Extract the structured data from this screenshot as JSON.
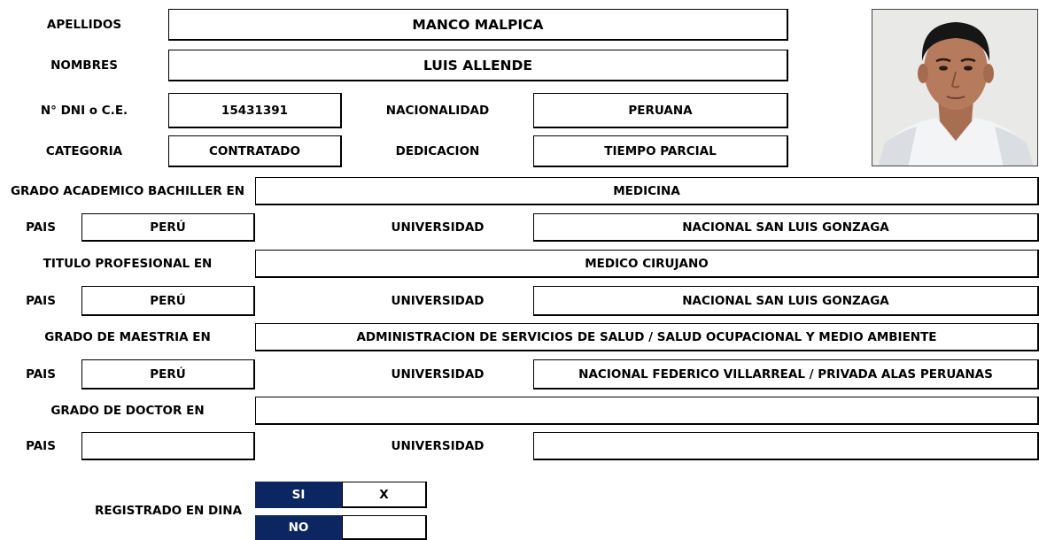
{
  "personal": {
    "apellidos_label": "APELLIDOS",
    "apellidos": "MANCO MALPICA",
    "nombres_label": "NOMBRES",
    "nombres": "LUIS ALLENDE",
    "dni_label": "N° DNI o C.E.",
    "dni": "15431391",
    "nacionalidad_label": "NACIONALIDAD",
    "nacionalidad": "PERUANA",
    "categoria_label": "CATEGORIA",
    "categoria": "CONTRATADO",
    "dedicacion_label": "DEDICACION",
    "dedicacion": "TIEMPO PARCIAL"
  },
  "bachiller": {
    "label": "GRADO ACADEMICO BACHILLER EN",
    "value": "MEDICINA",
    "pais_label": "PAIS",
    "pais": "PERÚ",
    "universidad_label": "UNIVERSIDAD",
    "universidad": "NACIONAL SAN LUIS GONZAGA"
  },
  "titulo": {
    "label": "TITULO PROFESIONAL EN",
    "value": "MEDICO CIRUJANO",
    "pais_label": "PAIS",
    "pais": "PERÚ",
    "universidad_label": "UNIVERSIDAD",
    "universidad": "NACIONAL SAN LUIS GONZAGA"
  },
  "maestria": {
    "label": "GRADO DE MAESTRIA EN",
    "value": "ADMINISTRACION DE SERVICIOS DE SALUD / SALUD OCUPACIONAL Y MEDIO AMBIENTE",
    "pais_label": "PAIS",
    "pais": "PERÚ",
    "universidad_label": "UNIVERSIDAD",
    "universidad": "NACIONAL FEDERICO VILLARREAL / PRIVADA ALAS PERUANAS"
  },
  "doctor": {
    "label": "GRADO DE DOCTOR EN",
    "value": "",
    "pais_label": "PAIS",
    "pais": "",
    "universidad_label": "UNIVERSIDAD",
    "universidad": ""
  },
  "dina": {
    "label": "REGISTRADO EN DINA",
    "si_label": "SI",
    "si_mark": "X",
    "no_label": "NO",
    "no_mark": ""
  },
  "colors": {
    "navy": "#0b2661",
    "border": "#000000"
  },
  "icons": {
    "photo": "person-photo-icon"
  }
}
